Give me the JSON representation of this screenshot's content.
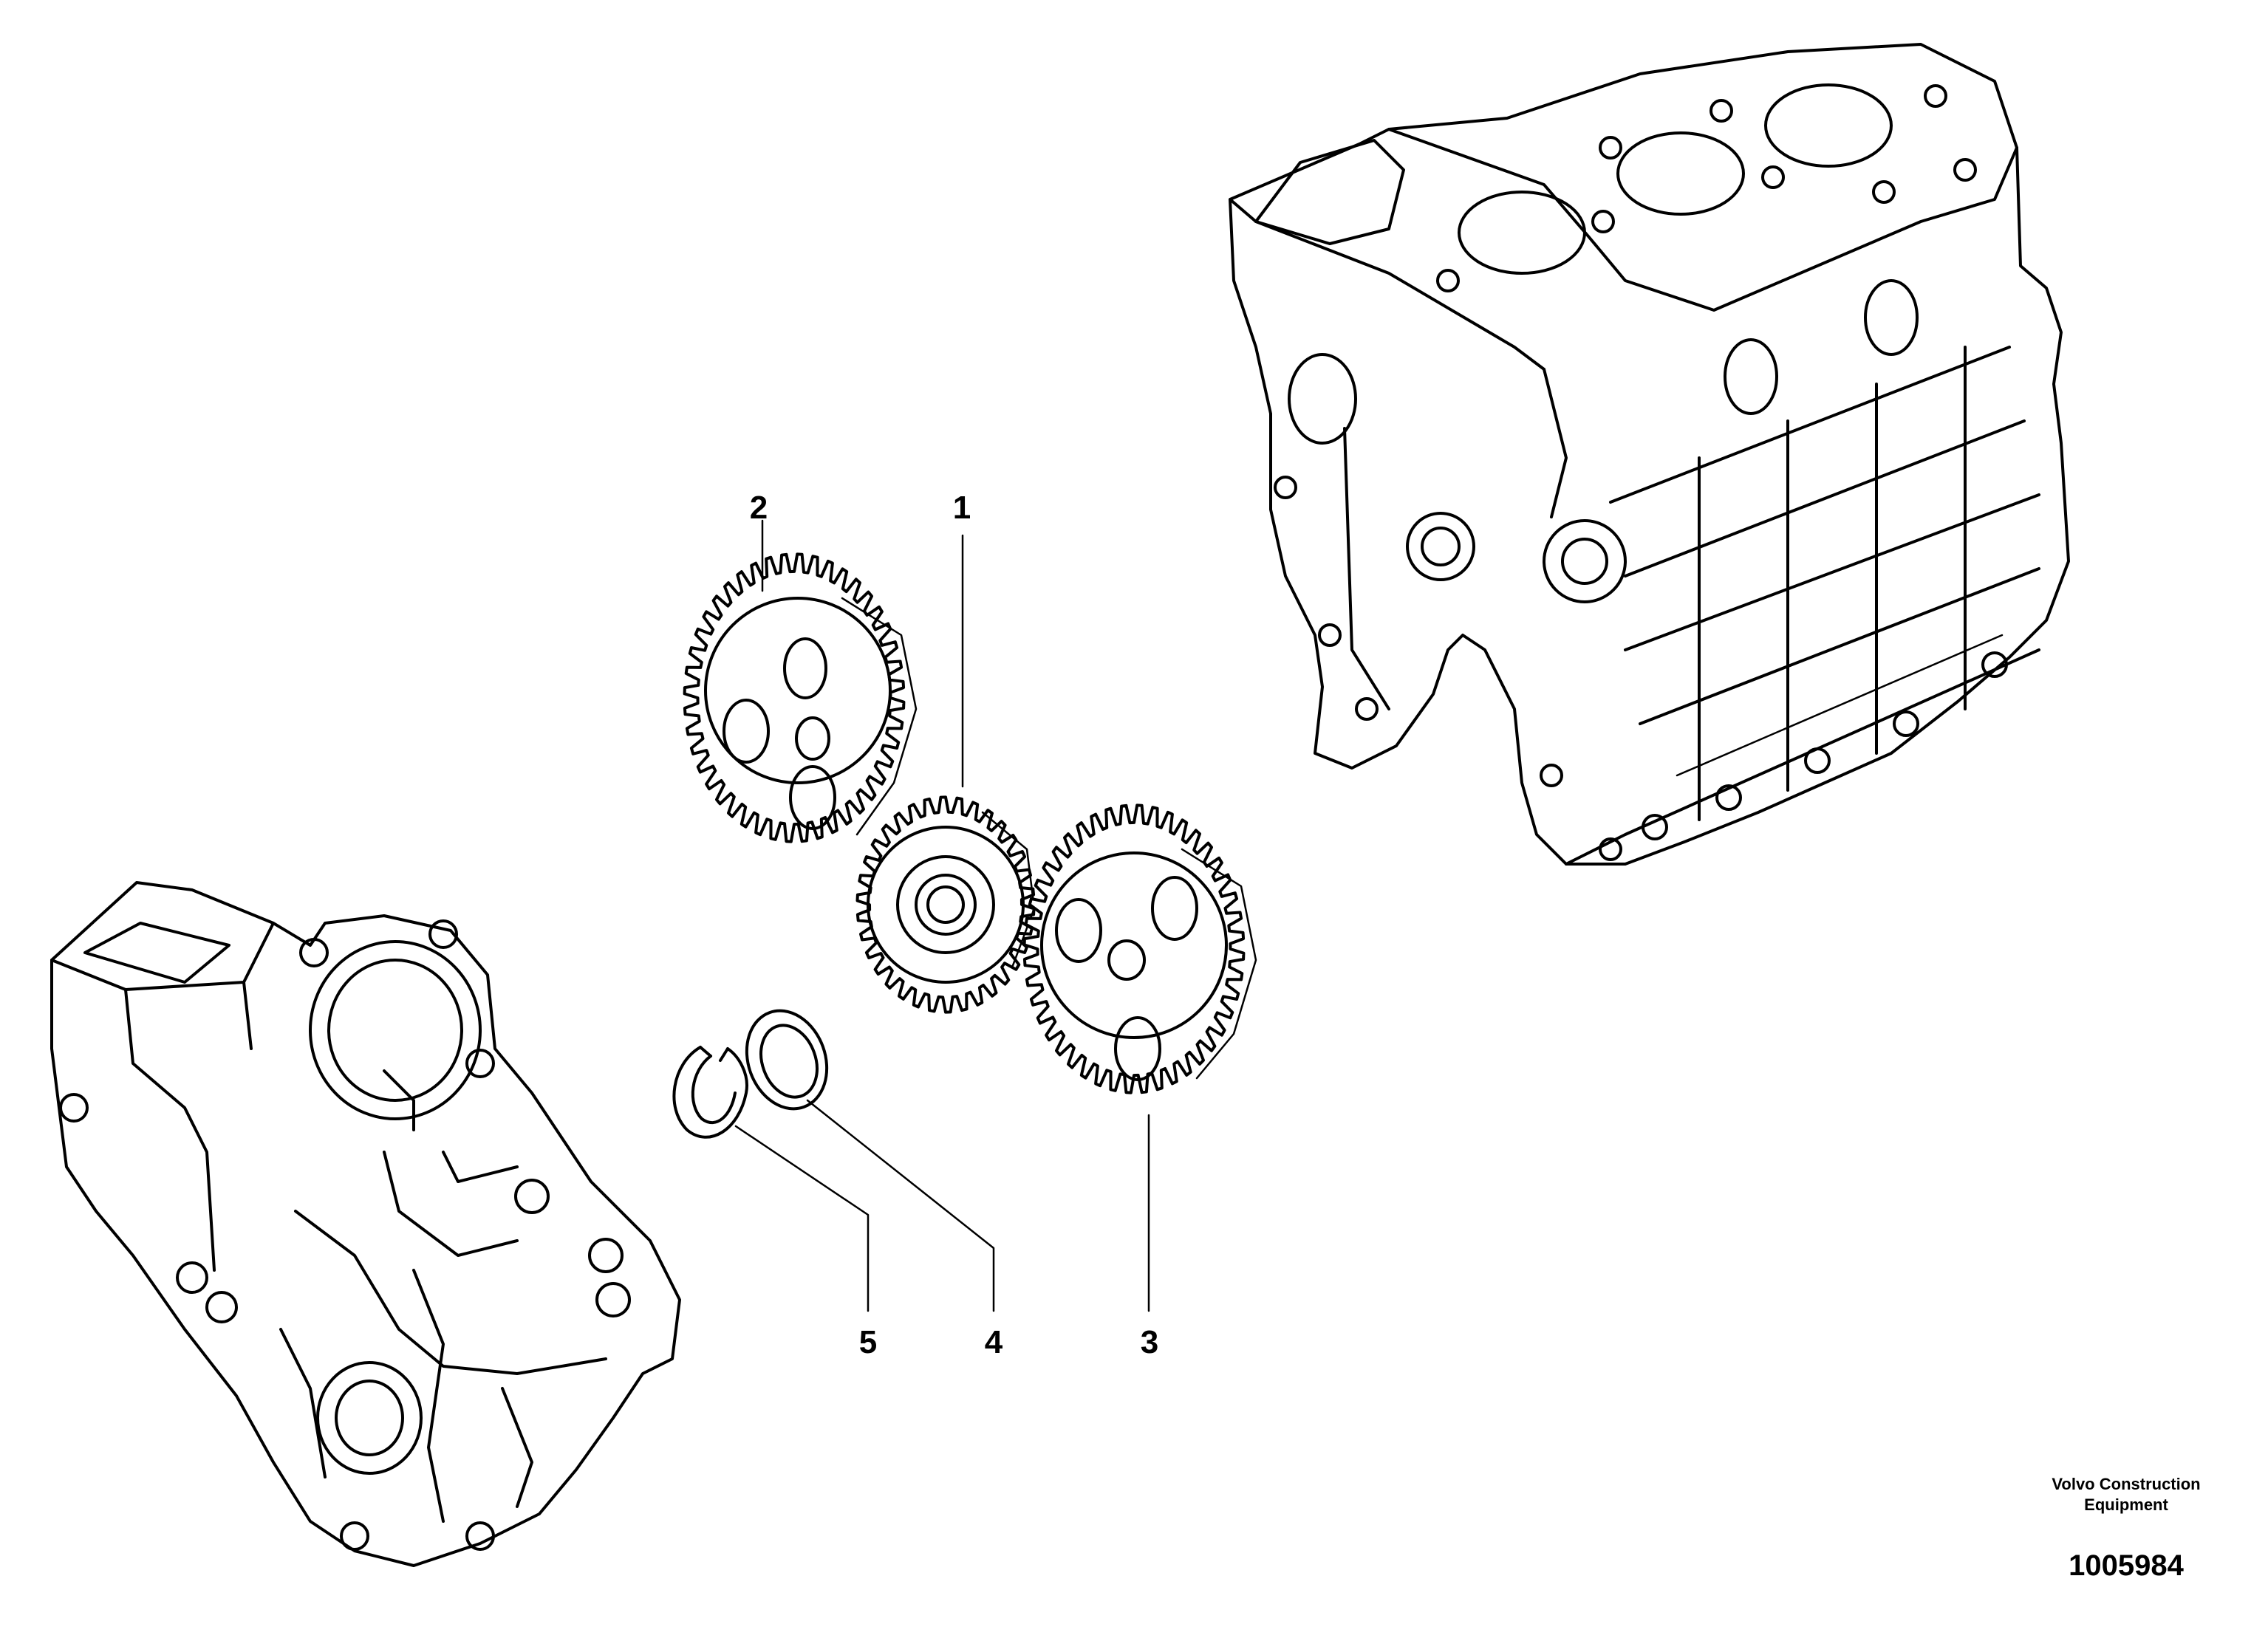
{
  "callouts": {
    "part_1": "1",
    "part_2": "2",
    "part_3": "3",
    "part_4": "4",
    "part_5": "5"
  },
  "footer": {
    "brand_line1": "Volvo Construction",
    "brand_line2": "Equipment",
    "drawing_number": "1005984"
  }
}
